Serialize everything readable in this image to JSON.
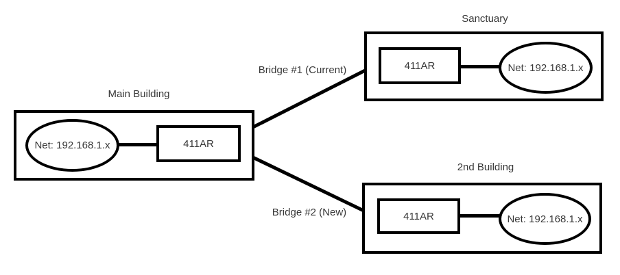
{
  "diagram": {
    "background_color": "#ffffff",
    "stroke_color": "#000000",
    "text_color": "#383838",
    "groups": [
      {
        "id": "main-building",
        "title": "Main Building",
        "node_label": "411AR",
        "network_label": "Net: 192.168.1.x"
      },
      {
        "id": "sanctuary",
        "title": "Sanctuary",
        "node_label": "411AR",
        "network_label": "Net: 192.168.1.x"
      },
      {
        "id": "second-building",
        "title": "2nd Building",
        "node_label": "411AR",
        "network_label": "Net: 192.168.1.x"
      }
    ],
    "links": [
      {
        "label": "Bridge #1 (Current)",
        "from": "main-building",
        "to": "sanctuary"
      },
      {
        "label": "Bridge #2 (New)",
        "from": "main-building",
        "to": "second-building"
      }
    ]
  }
}
